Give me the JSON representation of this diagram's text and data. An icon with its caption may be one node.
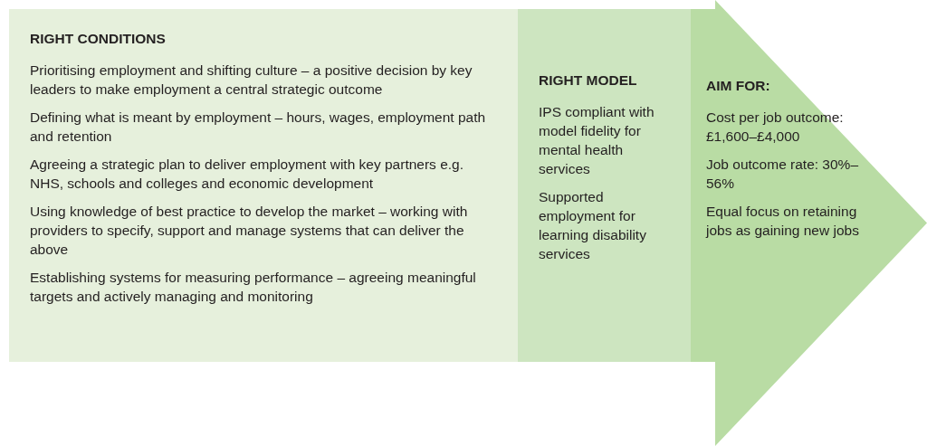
{
  "diagram": {
    "nodes": [
      {
        "text": [
          "RIGHT CONDITIONS",
          "Prioritising employment and shifting culture – a positive decision by key leaders to make employment a central strategic outcome",
          "Defining what is meant by employment – hours, wages, employment path and retention",
          "Agreeing a strategic plan to deliver employment with key partners e.g. NHS, schools and colleges and economic development",
          "Using knowledge of best practice to develop the market – working with providers to specify, support and manage systems that can deliver the above",
          "Establishing systems for measuring performance – agreeing meaningful targets and actively managing and monitoring"
        ]
      },
      {
        "text": [
          "RIGHT MODEL",
          "IPS compliant with model fidelity for mental health services",
          "Supported employment for learning disability services"
        ]
      },
      {
        "text": [
          "AIM FOR:",
          "Cost per job outcome: £1,600–£4,000",
          "Job outcome rate: 30%–56%",
          "Equal focus on retaining jobs as gaining new jobs"
        ]
      }
    ]
  }
}
